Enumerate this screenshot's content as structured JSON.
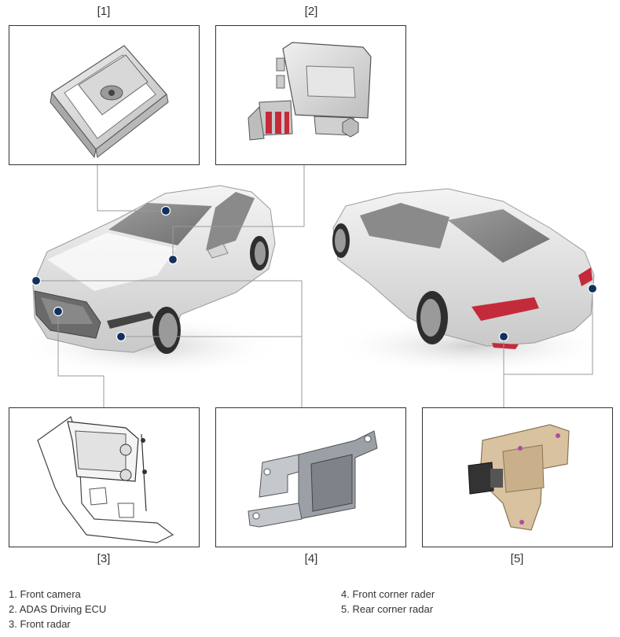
{
  "callouts": {
    "c1": "[1]",
    "c2": "[2]",
    "c3": "[3]",
    "c4": "[4]",
    "c5": "[5]"
  },
  "legend": {
    "item1": "1. Front camera",
    "item2": "2. ADAS Driving ECU",
    "item3": "3. Front radar",
    "item4": "4. Front corner rader",
    "item5": "5. Rear corner radar"
  },
  "colors": {
    "leader_line": "#9a9a9a",
    "dot": "#12305f",
    "frame_border": "#333333",
    "taillight": "#c42b3a",
    "bracket_tan": "#d9c2a0"
  }
}
